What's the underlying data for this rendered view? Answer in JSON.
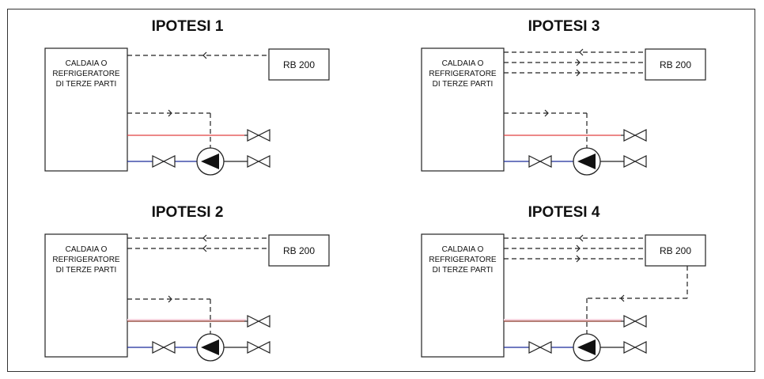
{
  "diagram": {
    "colors": {
      "outline": "#222222",
      "supply_line": "#e04040",
      "return_line": "#1a2a9a",
      "supply_line_alt": "#8a3a2a",
      "supply_highlight": "#f7d6e0",
      "dashed_signal": "#222222"
    },
    "panels": [
      {
        "title": "IPOTESI 1",
        "boiler_lines": [
          "CALDAIA O",
          "REFRIGERATORE",
          "DI TERZE PARTI"
        ],
        "controller_label": "RB 200",
        "signal_lines_to_boiler": 1,
        "pump_signal_source": "boiler",
        "supply_style": "red"
      },
      {
        "title": "IPOTESI 3",
        "boiler_lines": [
          "CALDAIA O",
          "REFRIGERATORE",
          "DI TERZE PARTI"
        ],
        "controller_label": "RB 200",
        "signal_lines_to_boiler": 3,
        "pump_signal_source": "boiler",
        "supply_style": "red"
      },
      {
        "title": "IPOTESI 2",
        "boiler_lines": [
          "CALDAIA O",
          "REFRIGERATORE",
          "DI TERZE PARTI"
        ],
        "controller_label": "RB 200",
        "signal_lines_to_boiler": 2,
        "pump_signal_source": "boiler",
        "supply_style": "brown"
      },
      {
        "title": "IPOTESI 4",
        "boiler_lines": [
          "CALDAIA O",
          "REFRIGERATORE",
          "DI TERZE PARTI"
        ],
        "controller_label": "RB 200",
        "signal_lines_to_boiler": 3,
        "pump_signal_source": "controller",
        "supply_style": "brown"
      }
    ]
  }
}
